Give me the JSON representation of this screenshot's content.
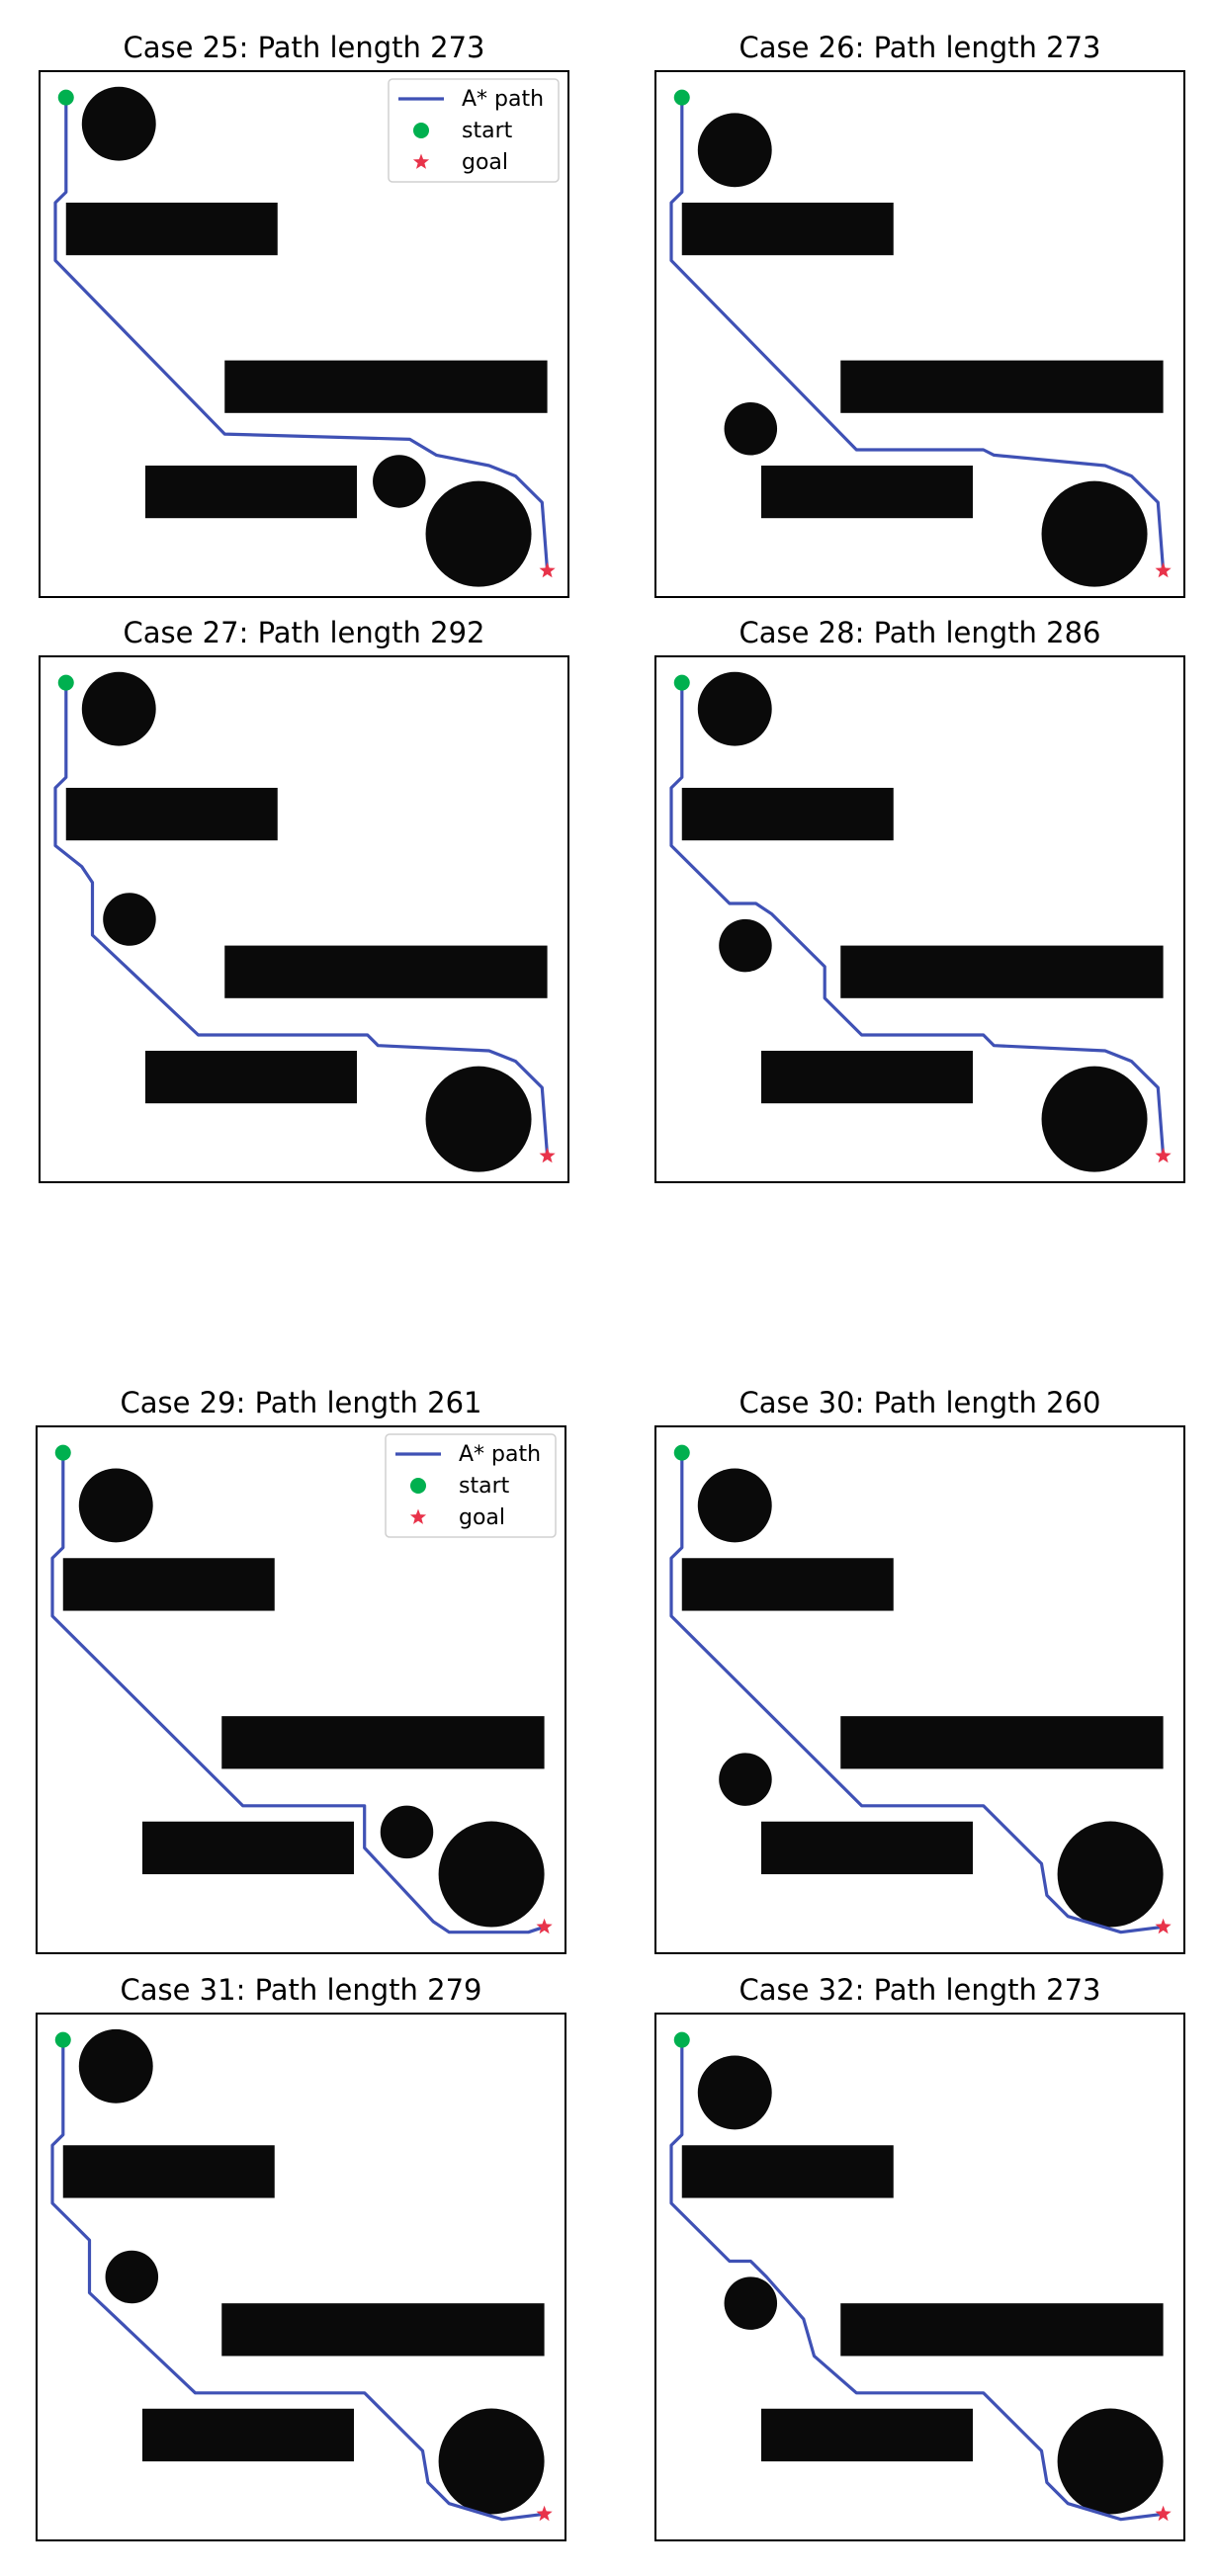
{
  "chart_data": [
    {
      "type": "line",
      "title": "Case 25: Path length 273",
      "legend": {
        "location": "top-right",
        "entries": [
          "A* path",
          "start",
          "goal"
        ]
      },
      "xlim": [
        0,
        100
      ],
      "ylim": [
        0,
        100
      ],
      "axes_visible": false,
      "obstacles": {
        "rects": [
          {
            "x0": 5,
            "x1": 45,
            "y0": 65,
            "y1": 75
          },
          {
            "x0": 35,
            "x1": 96,
            "y0": 35,
            "y1": 45
          },
          {
            "x0": 20,
            "x1": 60,
            "y0": 15,
            "y1": 25
          }
        ],
        "circles": [
          {
            "cx": 15,
            "cy": 90,
            "r": 7
          },
          {
            "cx": 68,
            "cy": 22,
            "r": 5
          },
          {
            "cx": 83,
            "cy": 12,
            "r": 10
          }
        ]
      },
      "start": [
        5,
        95
      ],
      "goal": [
        96,
        5
      ],
      "series": [
        {
          "name": "A* path",
          "points": [
            [
              5,
              95
            ],
            [
              5,
              77
            ],
            [
              3,
              75
            ],
            [
              3,
              64
            ],
            [
              35,
              31
            ],
            [
              70,
              30
            ],
            [
              75,
              27
            ],
            [
              85,
              25
            ],
            [
              90,
              23
            ],
            [
              95,
              18
            ],
            [
              96,
              5
            ]
          ]
        }
      ]
    },
    {
      "type": "line",
      "title": "Case 26: Path length 273",
      "legend": null,
      "xlim": [
        0,
        100
      ],
      "ylim": [
        0,
        100
      ],
      "axes_visible": false,
      "obstacles": {
        "rects": [
          {
            "x0": 5,
            "x1": 45,
            "y0": 65,
            "y1": 75
          },
          {
            "x0": 35,
            "x1": 96,
            "y0": 35,
            "y1": 45
          },
          {
            "x0": 20,
            "x1": 60,
            "y0": 15,
            "y1": 25
          }
        ],
        "circles": [
          {
            "cx": 15,
            "cy": 85,
            "r": 7
          },
          {
            "cx": 18,
            "cy": 32,
            "r": 5
          },
          {
            "cx": 83,
            "cy": 12,
            "r": 10
          }
        ]
      },
      "start": [
        5,
        95
      ],
      "goal": [
        96,
        5
      ],
      "series": [
        {
          "name": "A* path",
          "points": [
            [
              5,
              95
            ],
            [
              5,
              77
            ],
            [
              3,
              75
            ],
            [
              3,
              64
            ],
            [
              38,
              28
            ],
            [
              62,
              28
            ],
            [
              64,
              27
            ],
            [
              85,
              25
            ],
            [
              90,
              23
            ],
            [
              95,
              18
            ],
            [
              96,
              5
            ]
          ]
        }
      ]
    },
    {
      "type": "line",
      "title": "Case 27: Path length 292",
      "legend": null,
      "xlim": [
        0,
        100
      ],
      "ylim": [
        0,
        100
      ],
      "axes_visible": false,
      "obstacles": {
        "rects": [
          {
            "x0": 5,
            "x1": 45,
            "y0": 65,
            "y1": 75
          },
          {
            "x0": 35,
            "x1": 96,
            "y0": 35,
            "y1": 45
          },
          {
            "x0": 20,
            "x1": 60,
            "y0": 15,
            "y1": 25
          }
        ],
        "circles": [
          {
            "cx": 15,
            "cy": 90,
            "r": 7
          },
          {
            "cx": 17,
            "cy": 50,
            "r": 5
          },
          {
            "cx": 83,
            "cy": 12,
            "r": 10
          }
        ]
      },
      "start": [
        5,
        95
      ],
      "goal": [
        96,
        5
      ],
      "series": [
        {
          "name": "A* path",
          "points": [
            [
              5,
              95
            ],
            [
              5,
              77
            ],
            [
              3,
              75
            ],
            [
              3,
              64
            ],
            [
              8,
              60
            ],
            [
              10,
              57
            ],
            [
              10,
              47
            ],
            [
              30,
              28
            ],
            [
              62,
              28
            ],
            [
              64,
              26
            ],
            [
              85,
              25
            ],
            [
              90,
              23
            ],
            [
              95,
              18
            ],
            [
              96,
              5
            ]
          ]
        }
      ]
    },
    {
      "type": "line",
      "title": "Case 28: Path length 286",
      "legend": null,
      "xlim": [
        0,
        100
      ],
      "ylim": [
        0,
        100
      ],
      "axes_visible": false,
      "obstacles": {
        "rects": [
          {
            "x0": 5,
            "x1": 45,
            "y0": 65,
            "y1": 75
          },
          {
            "x0": 35,
            "x1": 96,
            "y0": 35,
            "y1": 45
          },
          {
            "x0": 20,
            "x1": 60,
            "y0": 15,
            "y1": 25
          }
        ],
        "circles": [
          {
            "cx": 15,
            "cy": 90,
            "r": 7
          },
          {
            "cx": 17,
            "cy": 45,
            "r": 5
          },
          {
            "cx": 83,
            "cy": 12,
            "r": 10
          }
        ]
      },
      "start": [
        5,
        95
      ],
      "goal": [
        96,
        5
      ],
      "series": [
        {
          "name": "A* path",
          "points": [
            [
              5,
              95
            ],
            [
              5,
              77
            ],
            [
              3,
              75
            ],
            [
              3,
              64
            ],
            [
              14,
              53
            ],
            [
              19,
              53
            ],
            [
              22,
              51
            ],
            [
              32,
              41
            ],
            [
              32,
              35
            ],
            [
              39,
              28
            ],
            [
              62,
              28
            ],
            [
              64,
              26
            ],
            [
              85,
              25
            ],
            [
              90,
              23
            ],
            [
              95,
              18
            ],
            [
              96,
              5
            ]
          ]
        }
      ]
    },
    {
      "type": "line",
      "title": "Case 29: Path length 261",
      "legend": {
        "location": "top-right",
        "entries": [
          "A* path",
          "start",
          "goal"
        ]
      },
      "xlim": [
        0,
        100
      ],
      "ylim": [
        0,
        100
      ],
      "axes_visible": false,
      "obstacles": {
        "rects": [
          {
            "x0": 5,
            "x1": 45,
            "y0": 65,
            "y1": 75
          },
          {
            "x0": 35,
            "x1": 96,
            "y0": 35,
            "y1": 45
          },
          {
            "x0": 20,
            "x1": 60,
            "y0": 15,
            "y1": 25
          }
        ],
        "circles": [
          {
            "cx": 15,
            "cy": 85,
            "r": 7
          },
          {
            "cx": 70,
            "cy": 23,
            "r": 5
          },
          {
            "cx": 86,
            "cy": 15,
            "r": 10
          }
        ]
      },
      "start": [
        5,
        95
      ],
      "goal": [
        96,
        5
      ],
      "series": [
        {
          "name": "A* path",
          "points": [
            [
              5,
              95
            ],
            [
              5,
              77
            ],
            [
              3,
              75
            ],
            [
              3,
              64
            ],
            [
              39,
              28
            ],
            [
              62,
              28
            ],
            [
              62,
              20
            ],
            [
              75,
              6
            ],
            [
              78,
              4
            ],
            [
              93,
              4
            ],
            [
              96,
              5
            ]
          ]
        }
      ]
    },
    {
      "type": "line",
      "title": "Case 30: Path length 260",
      "legend": null,
      "xlim": [
        0,
        100
      ],
      "ylim": [
        0,
        100
      ],
      "axes_visible": false,
      "obstacles": {
        "rects": [
          {
            "x0": 5,
            "x1": 45,
            "y0": 65,
            "y1": 75
          },
          {
            "x0": 35,
            "x1": 96,
            "y0": 35,
            "y1": 45
          },
          {
            "x0": 20,
            "x1": 60,
            "y0": 15,
            "y1": 25
          }
        ],
        "circles": [
          {
            "cx": 15,
            "cy": 85,
            "r": 7
          },
          {
            "cx": 17,
            "cy": 33,
            "r": 5
          },
          {
            "cx": 86,
            "cy": 15,
            "r": 10
          }
        ]
      },
      "start": [
        5,
        95
      ],
      "goal": [
        96,
        5
      ],
      "series": [
        {
          "name": "A* path",
          "points": [
            [
              5,
              95
            ],
            [
              5,
              77
            ],
            [
              3,
              75
            ],
            [
              3,
              64
            ],
            [
              39,
              28
            ],
            [
              62,
              28
            ],
            [
              73,
              17
            ],
            [
              74,
              11
            ],
            [
              78,
              7
            ],
            [
              88,
              4
            ],
            [
              96,
              5
            ]
          ]
        }
      ]
    },
    {
      "type": "line",
      "title": "Case 31: Path length 279",
      "legend": null,
      "xlim": [
        0,
        100
      ],
      "ylim": [
        0,
        100
      ],
      "axes_visible": false,
      "obstacles": {
        "rects": [
          {
            "x0": 5,
            "x1": 45,
            "y0": 65,
            "y1": 75
          },
          {
            "x0": 35,
            "x1": 96,
            "y0": 35,
            "y1": 45
          },
          {
            "x0": 20,
            "x1": 60,
            "y0": 15,
            "y1": 25
          }
        ],
        "circles": [
          {
            "cx": 15,
            "cy": 90,
            "r": 7
          },
          {
            "cx": 18,
            "cy": 50,
            "r": 5
          },
          {
            "cx": 86,
            "cy": 15,
            "r": 10
          }
        ]
      },
      "start": [
        5,
        95
      ],
      "goal": [
        96,
        5
      ],
      "series": [
        {
          "name": "A* path",
          "points": [
            [
              5,
              95
            ],
            [
              5,
              77
            ],
            [
              3,
              75
            ],
            [
              3,
              64
            ],
            [
              8,
              59
            ],
            [
              10,
              57
            ],
            [
              10,
              47
            ],
            [
              30,
              28
            ],
            [
              62,
              28
            ],
            [
              73,
              17
            ],
            [
              74,
              11
            ],
            [
              78,
              7
            ],
            [
              88,
              4
            ],
            [
              96,
              5
            ]
          ]
        }
      ]
    },
    {
      "type": "line",
      "title": "Case 32: Path length 273",
      "legend": null,
      "xlim": [
        0,
        100
      ],
      "ylim": [
        0,
        100
      ],
      "axes_visible": false,
      "obstacles": {
        "rects": [
          {
            "x0": 5,
            "x1": 45,
            "y0": 65,
            "y1": 75
          },
          {
            "x0": 35,
            "x1": 96,
            "y0": 35,
            "y1": 45
          },
          {
            "x0": 20,
            "x1": 60,
            "y0": 15,
            "y1": 25
          }
        ],
        "circles": [
          {
            "cx": 15,
            "cy": 85,
            "r": 7
          },
          {
            "cx": 18,
            "cy": 45,
            "r": 5
          },
          {
            "cx": 86,
            "cy": 15,
            "r": 10
          }
        ]
      },
      "start": [
        5,
        95
      ],
      "goal": [
        96,
        5
      ],
      "series": [
        {
          "name": "A* path",
          "points": [
            [
              5,
              95
            ],
            [
              5,
              77
            ],
            [
              3,
              75
            ],
            [
              3,
              64
            ],
            [
              14,
              53
            ],
            [
              18,
              53
            ],
            [
              21,
              50
            ],
            [
              28,
              42
            ],
            [
              30,
              35
            ],
            [
              38,
              28
            ],
            [
              62,
              28
            ],
            [
              73,
              17
            ],
            [
              74,
              11
            ],
            [
              78,
              7
            ],
            [
              88,
              4
            ],
            [
              96,
              5
            ]
          ]
        }
      ]
    }
  ],
  "colors": {
    "path": "#3f51b5",
    "start": "#00b04f",
    "goal": "#e8334a",
    "obstacle": "#0a0a0a",
    "frame": "#000000"
  }
}
